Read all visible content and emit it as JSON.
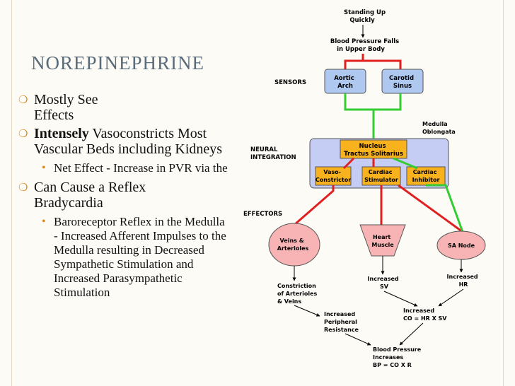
{
  "slide": {
    "title": "NOREPINEPHRINE",
    "bullets": [
      {
        "text": "Mostly See Effects"
      },
      {
        "bold": "Intensely",
        "text": " Vasoconstricts Most Vascular Beds including Kidneys",
        "sub": [
          "Net Effect - Increase in PVR via the"
        ]
      },
      {
        "text": "Can Cause a Reflex Bradycardia",
        "sub": [
          "Baroreceptor Reflex in the Medulla - Increased Afferent Impulses to the Medulla resulting in Decreased Sympathetic Stimulation and Increased Parasympathetic Stimulation"
        ]
      }
    ],
    "bullet_glyph": "❍",
    "sub_glyph": "•"
  },
  "diagram": {
    "standing": [
      "Standing Up",
      "Quickly"
    ],
    "bp_falls": [
      "Blood Pressure Falls",
      "in Upper Body"
    ],
    "sensors_label": "SENSORS",
    "aortic": [
      "Aortic",
      "Arch"
    ],
    "carotid": [
      "Carotid",
      "Sinus"
    ],
    "medulla": [
      "Medulla",
      "Oblongata"
    ],
    "neural_label": [
      "NEURAL",
      "INTEGRATION"
    ],
    "nucleus": [
      "Nucleus",
      "Tractus Solitarius"
    ],
    "vaso": [
      "Vaso-",
      "Constrictor"
    ],
    "cardiac_stim": [
      "Cardiac",
      "Stimulator"
    ],
    "cardiac_inhib": [
      "Cardiac",
      "Inhibitor"
    ],
    "effectors_label": "EFFECTORS",
    "veins": [
      "Veins &",
      "Arterioles"
    ],
    "heart": [
      "Heart",
      "Muscle"
    ],
    "sa_node": "SA Node",
    "constriction": [
      "Constriction",
      "of Arterioles",
      "& Veins"
    ],
    "inc_sv": [
      "Increased",
      "SV"
    ],
    "inc_hr": [
      "Increased",
      "HR"
    ],
    "inc_pr": [
      "Increased",
      "Peripheral",
      "Resistance"
    ],
    "inc_co": [
      "Increased",
      "CO = HR X SV"
    ],
    "bp_inc": [
      "Blood Pressure",
      "Increases",
      "BP = CO X R"
    ],
    "colors": {
      "red": "#e02020",
      "green": "#33cc33",
      "node_fill": "#aec8f0",
      "panel_fill": "#c6cdf5",
      "orange": "#f7b21e",
      "pink": "#f8b4b4"
    }
  }
}
